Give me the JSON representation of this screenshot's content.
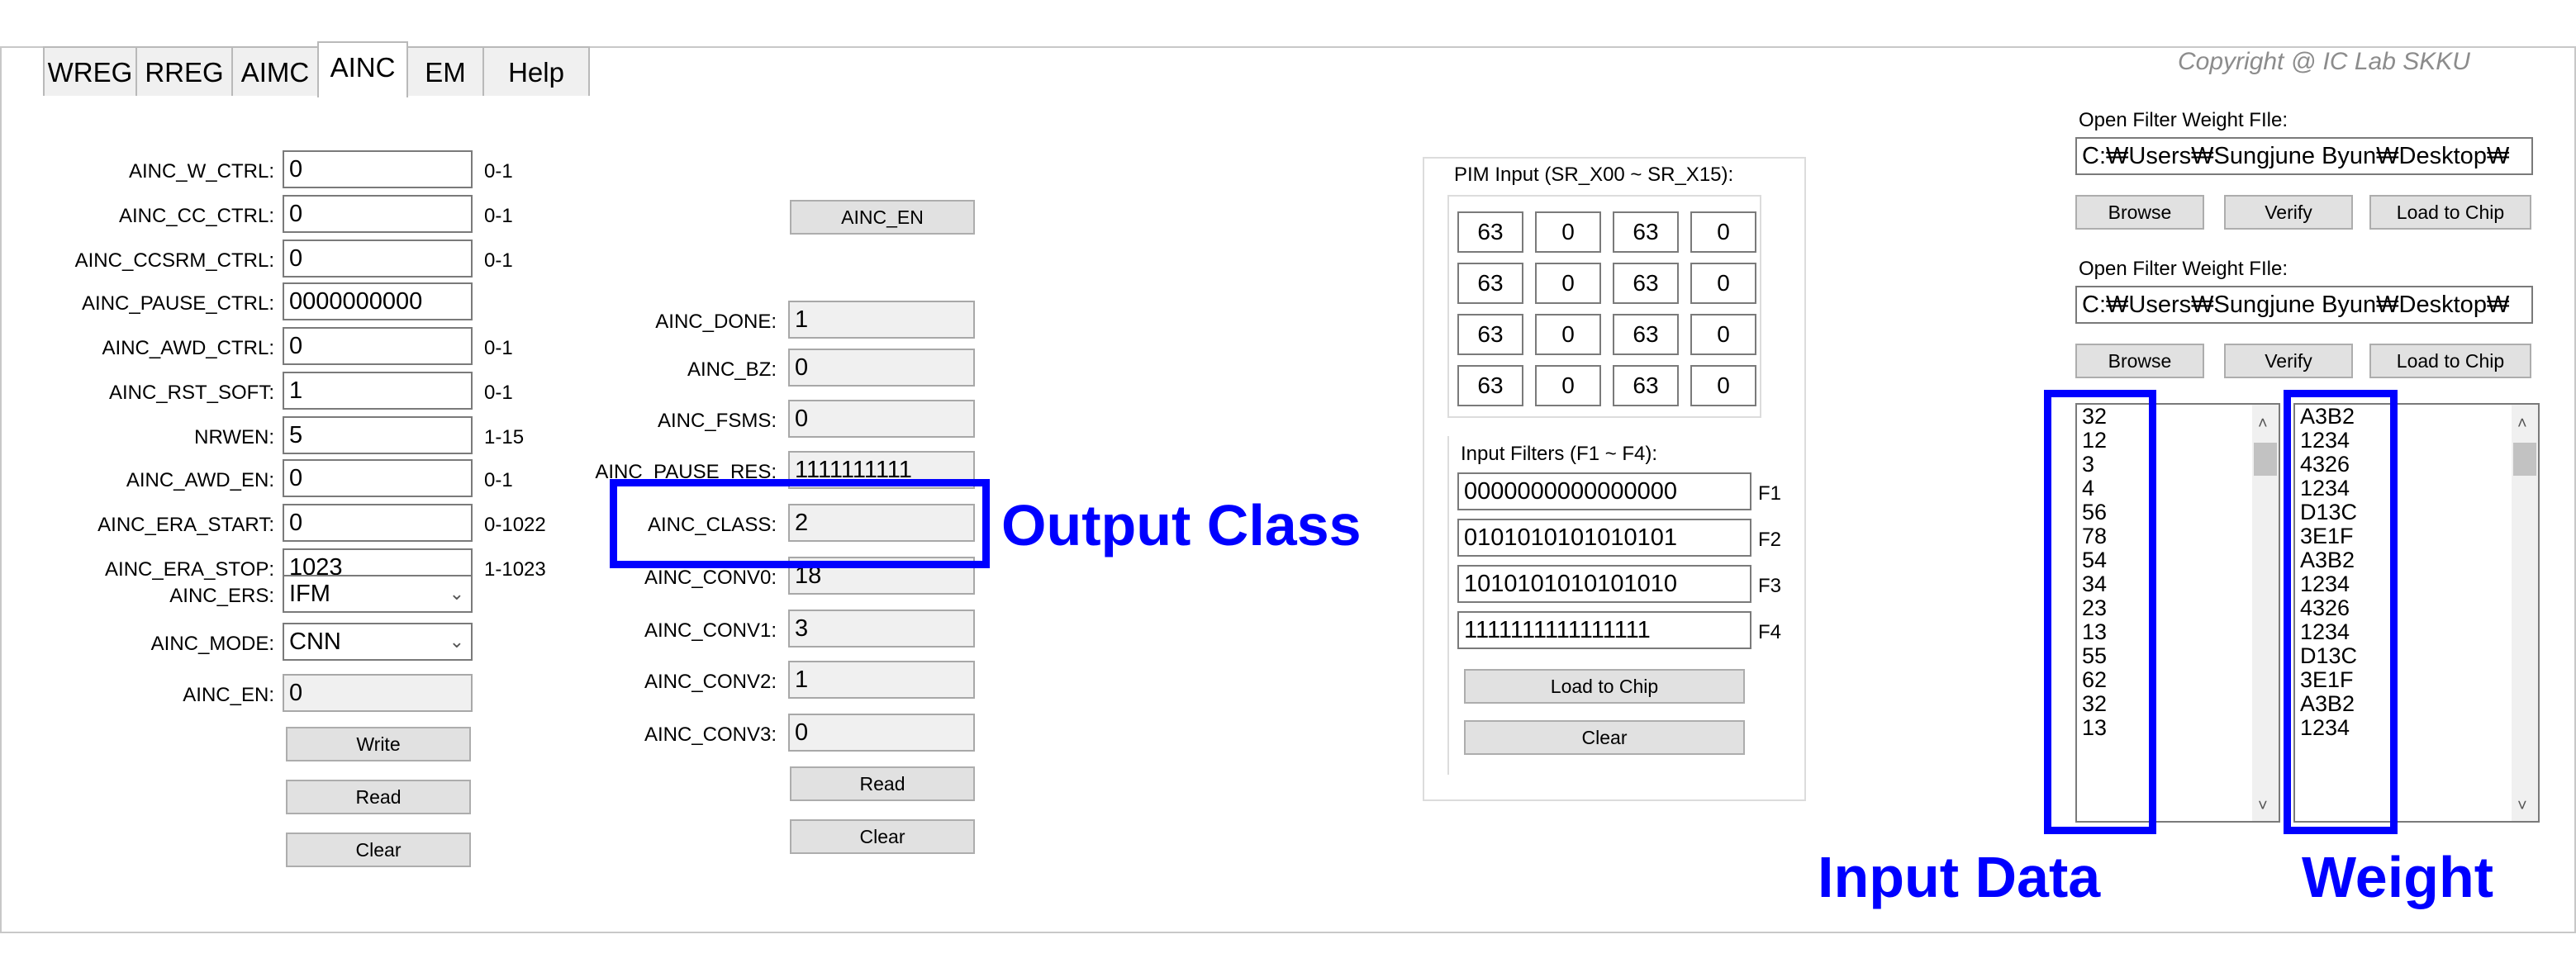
{
  "tabs": [
    "WREG",
    "RREG",
    "AIMC",
    "AINC",
    "EM",
    "Help"
  ],
  "active_tab": "AINC",
  "copyright": "Copyright @ IC Lab SKKU",
  "left_fields": [
    {
      "label": "AINC_W_CTRL:",
      "value": "0",
      "range": "0-1"
    },
    {
      "label": "AINC_CC_CTRL:",
      "value": "0",
      "range": "0-1"
    },
    {
      "label": "AINC_CCSRM_CTRL:",
      "value": "0",
      "range": "0-1"
    },
    {
      "label": "AINC_PAUSE_CTRL:",
      "value": "0000000000",
      "range": ""
    },
    {
      "label": "AINC_AWD_CTRL:",
      "value": "0",
      "range": "0-1"
    },
    {
      "label": "AINC_RST_SOFT:",
      "value": "1",
      "range": "0-1"
    },
    {
      "label": "NRWEN:",
      "value": "5",
      "range": "1-15"
    },
    {
      "label": "AINC_AWD_EN:",
      "value": "0",
      "range": "0-1"
    },
    {
      "label": "AINC_ERA_START:",
      "value": "0",
      "range": "0-1022"
    },
    {
      "label": "AINC_ERA_STOP:",
      "value": "1023",
      "range": "1-1023"
    }
  ],
  "ers": {
    "label": "AINC_ERS:",
    "value": "IFM"
  },
  "mode": {
    "label": "AINC_MODE:",
    "value": "CNN"
  },
  "en_field": {
    "label": "AINC_EN:",
    "value": "0"
  },
  "left_buttons": {
    "write": "Write",
    "read": "Read",
    "clear": "Clear"
  },
  "ainc_en_button": "AINC_EN",
  "status_fields": [
    {
      "label": "AINC_DONE:",
      "value": "1"
    },
    {
      "label": "AINC_BZ:",
      "value": "0"
    },
    {
      "label": "AINC_FSMS:",
      "value": "0"
    },
    {
      "label": "AINC_PAUSE_RES:",
      "value": "1111111111"
    },
    {
      "label": "AINC_CLASS:",
      "value": "2"
    },
    {
      "label": "AINC_CONV0:",
      "value": "18"
    },
    {
      "label": "AINC_CONV1:",
      "value": "3"
    },
    {
      "label": "AINC_CONV2:",
      "value": "1"
    },
    {
      "label": "AINC_CONV3:",
      "value": "0"
    }
  ],
  "mid_buttons": {
    "read": "Read",
    "clear": "Clear"
  },
  "pim": {
    "title": "PIM Input (SR_X00 ~ SR_X15):",
    "grid": [
      [
        "63",
        "0",
        "63",
        "0"
      ],
      [
        "63",
        "0",
        "63",
        "0"
      ],
      [
        "63",
        "0",
        "63",
        "0"
      ],
      [
        "63",
        "0",
        "63",
        "0"
      ]
    ],
    "filters_title": "Input Filters (F1 ~ F4):",
    "filters": [
      {
        "value": "0000000000000000",
        "tag": "F1"
      },
      {
        "value": "0101010101010101",
        "tag": "F2"
      },
      {
        "value": "1010101010101010",
        "tag": "F3"
      },
      {
        "value": "1111111111111111",
        "tag": "F4"
      }
    ],
    "load_button": "Load to Chip",
    "clear_button": "Clear"
  },
  "file_panels": [
    {
      "title": "Open Filter Weight FIle:",
      "path": "C:₩Users₩Sungjune Byun₩Desktop₩",
      "browse": "Browse",
      "verify": "Verify",
      "load": "Load to Chip"
    },
    {
      "title": "Open Filter Weight FIle:",
      "path": "C:₩Users₩Sungjune Byun₩Desktop₩",
      "browse": "Browse",
      "verify": "Verify",
      "load": "Load to Chip"
    }
  ],
  "input_list": [
    "32",
    "12",
    "3",
    "4",
    "56",
    "78",
    "54",
    "34",
    "23",
    "13",
    "55",
    "62",
    "32",
    "13"
  ],
  "weight_list": [
    "A3B2",
    "1234",
    "4326",
    "1234",
    "D13C",
    "3E1F",
    "A3B2",
    "1234",
    "4326",
    "1234",
    "D13C",
    "3E1F",
    "A3B2",
    "1234"
  ],
  "annotations": {
    "output_class": "Output Class",
    "input_data": "Input Data",
    "weight": "Weight"
  },
  "colors": {
    "annotation": "#0000ff",
    "readonly_bg": "#f0f0f0",
    "button_bg": "#e1e1e1"
  }
}
